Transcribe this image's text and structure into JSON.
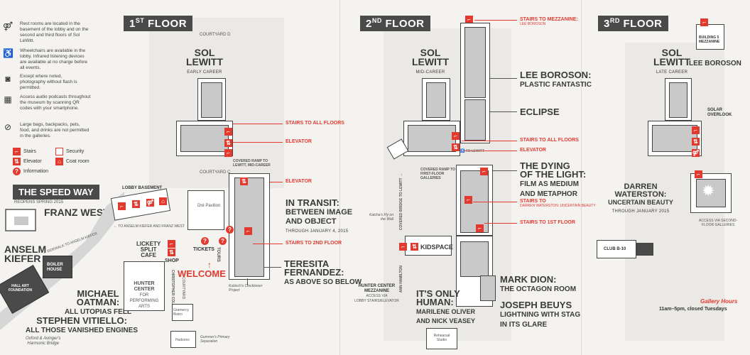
{
  "legend": {
    "restrooms": "Rest rooms are located in the basement of the lobby and on the second and third floors of Sol LeWitt.",
    "wheelchairs": "Wheelchairs are available in the lobby. Infrared listening devices are available at no charge before all events.",
    "photography": "Except where noted, photography without flash is permitted.",
    "audio": "Access audio podcasts throughout the museum by scanning QR codes with your smartphone.",
    "bags": "Large bags, backpacks, pets, food, and drinks are not permitted in the galleries.",
    "stairs": "Stairs",
    "security": "Security",
    "elevator": "Elevator",
    "coat_room": "Coat room",
    "information": "Information"
  },
  "floor1": {
    "label_num": "1",
    "label_sup": "ST",
    "label_word": "FLOOR",
    "courtyard_d": "COURTYARD D",
    "courtyard_c": "COURTYARD C",
    "sol_lewitt_1": "SOL",
    "sol_lewitt_2": "LeWITT",
    "sol_sub": "EARLY CAREER",
    "stairs_all": "STAIRS TO ALL FLOORS",
    "elevator1": "ELEVATOR",
    "elevator2": "ELEVATOR",
    "ramp": "COVERED RAMP TO LEWITT, MID-CAREER",
    "lobby_basement": "LOBBY BASEMENT",
    "dre_pavilion": "Dré Pavilion",
    "in_transit_1": "IN TRANSIT:",
    "in_transit_2": "BETWEEN IMAGE",
    "in_transit_3": "AND OBJECT",
    "in_transit_sub": "THROUGH JANUARY 4, 2015",
    "stairs_2nd": "STAIRS TO 2ND FLOOR",
    "lickety_1": "LICKETY",
    "lickety_2": "SPLIT",
    "lickety_3": "CAFE",
    "shop": "SHOP",
    "tickets": "TICKETS",
    "tours": "TOURS",
    "welcome": "WELCOME",
    "hunter_1": "HUNTER",
    "hunter_2": "CENTER",
    "hunter_3": "FOR",
    "hunter_4": "PERFORMING",
    "hunter_5": "ARTS",
    "christopher": "CHRISTOPHER COLUMBUS",
    "courtyard": "COURTYARD",
    "gramercy": "Gramercy Bistro",
    "hudsons": "Hudsons",
    "gummers": "Gummer's Primary Separation",
    "kubisch": "Kubisch's Clocktower Project",
    "teresita_1": "TERESITA",
    "teresita_2": "FERNANDEZ:",
    "teresita_3": "AS ABOVE SO BELOW",
    "to_anselm": "← TO ANSELM KIEFER AND FRANZ WEST"
  },
  "speedway": {
    "title": "THE SPEED WAY",
    "reopens": "REOPENS SPRING 2015",
    "franz_west": "FRANZ WEST",
    "anselm_1": "ANSELM",
    "anselm_2": "KIEFER",
    "sidewalk": "← SIDEWALK TO ANSELM KIEFER",
    "boiler_1": "BOILER",
    "boiler_2": "HOUSE",
    "hall_1": "HALL ART",
    "hall_2": "FOUNDATION",
    "michael_1": "MICHAEL",
    "michael_2": "OATMAN:",
    "michael_3": "ALL UTOPIAS FELL",
    "stephen_1": "STEPHEN VITIELLO:",
    "stephen_2": "ALL THOSE VANISHED ENGINES",
    "oxford_1": "Oxford & Avinger's",
    "oxford_2": "Harmonic Bridge"
  },
  "floor2": {
    "label_num": "2",
    "label_sup": "ND",
    "label_word": "FLOOR",
    "stairs_mezz": "STAIRS TO MEZZANINE:",
    "stairs_mezz_sub": "LEE BOROSON",
    "sol_1": "SOL",
    "sol_2": "LeWITT",
    "sol_sub": "MID-CAREER",
    "lee_1": "LEE BOROSON:",
    "lee_2": "PLASTIC FANTASTIC",
    "eclipse": "ECLIPSE",
    "stairs_all": "STAIRS TO ALL FLOORS",
    "elevator": "ELEVATOR",
    "to_lewitt": "TO LEWITT",
    "covered_ramp": "COVERED RAMP TO FIRST-FLOOR GALLERIES",
    "dying_1": "THE DYING",
    "dying_2": "OF THE LIGHT:",
    "dying_3": "FILM AS MEDIUM",
    "dying_4": "AND METAPHOR",
    "stairs_darren": "STAIRS TO",
    "stairs_darren_sub": "DARREN WATERSTON: UNCERTAIN BEAUTY",
    "stairs_1st": "STAIRS TO 1ST FLOOR",
    "covered_bridge": "COVERED BRIDGE TO LEWITT →",
    "katcha": "Katcha's Fly on the Wall",
    "kidspace": "KIDSPACE",
    "ann_hamilton": "ANN HAMILTON",
    "hunter_mezz_1": "HUNTER CENTER",
    "hunter_mezz_2": "MEZZANINE",
    "hunter_mezz_3": "ACCESS VIA",
    "hunter_mezz_4": "LOBBY STAIRS/ELEVATOR",
    "its_1": "IT'S ONLY",
    "its_2": "HUMAN:",
    "its_3": "MARILENE OLIVER",
    "its_4": "AND NICK VEASEY",
    "mark_1": "MARK DION:",
    "mark_2": "THE OCTAGON ROOM",
    "joseph_1": "JOSEPH BEUYS",
    "joseph_2": "LIGHTNING WITH STAG",
    "joseph_3": "IN ITS GLARE",
    "rehearsal": "Rehearsal Studio"
  },
  "floor3": {
    "label_num": "3",
    "label_sup": "RD",
    "label_word": "FLOOR",
    "building5_1": "BUILDING 5",
    "building5_2": "MEZZANINE",
    "sol_1": "SOL",
    "sol_2": "LeWITT",
    "sol_sub": "LATE CAREER",
    "lee": "LEE BOROSON",
    "solar_1": "SOLAR",
    "solar_2": "OVERLOOK",
    "darren_1": "DARREN WATERSTON:",
    "darren_2": "UNCERTAIN BEAUTY",
    "darren_sub": "THROUGH JANUARY 2015",
    "access_1": "ACCESS VIA SECOND-",
    "access_2": "FLOOR GALLERIES",
    "club": "CLUB B-10",
    "hours_title": "Gallery Hours",
    "hours": "11am–5pm, closed Tuesdays"
  },
  "colors": {
    "accent_red": "#e23a2f",
    "gallery_gray": "#c9c9c9",
    "label_bg": "#4a4a4a"
  }
}
